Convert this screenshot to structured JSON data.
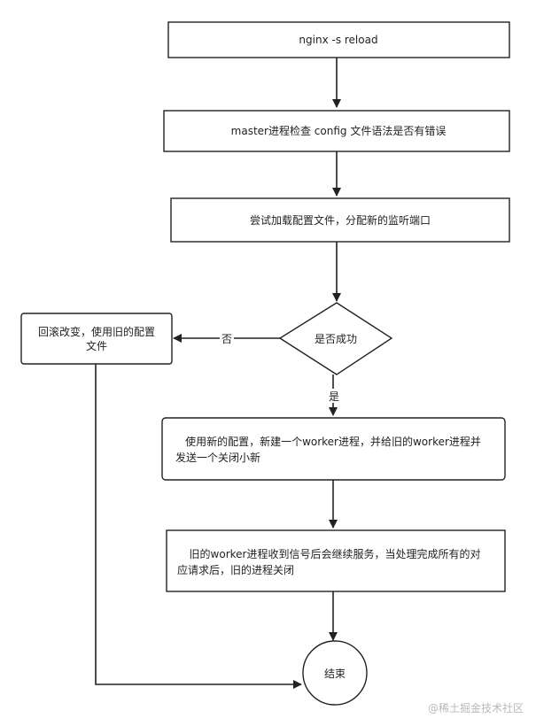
{
  "nodes": {
    "reload_cmd": "nginx -s reload",
    "master_check": "master进程检查 config 文件语法是否有错误",
    "try_load": "尝试加载配置文件，分配新的监听端口",
    "decision": "是否成功",
    "rollback_line1": "回滚改变，使用旧的配置",
    "rollback_line2": "文件",
    "new_workers_line1": "使用新的配置，新建一个worker进程，并给旧的worker进程并",
    "new_workers_line2": "发送一个关闭小新",
    "old_workers_line1": "旧的worker进程收到信号后会继续服务，当处理完成所有的对",
    "old_workers_line2": "应请求后，旧的进程关闭",
    "end": "结束"
  },
  "edges": {
    "no_label": "否",
    "yes_label": "是"
  },
  "watermark": "@稀土掘金技术社区",
  "colors": {
    "stroke": "#222222",
    "fill": "#ffffff",
    "watermark": "#b9b9b9"
  }
}
